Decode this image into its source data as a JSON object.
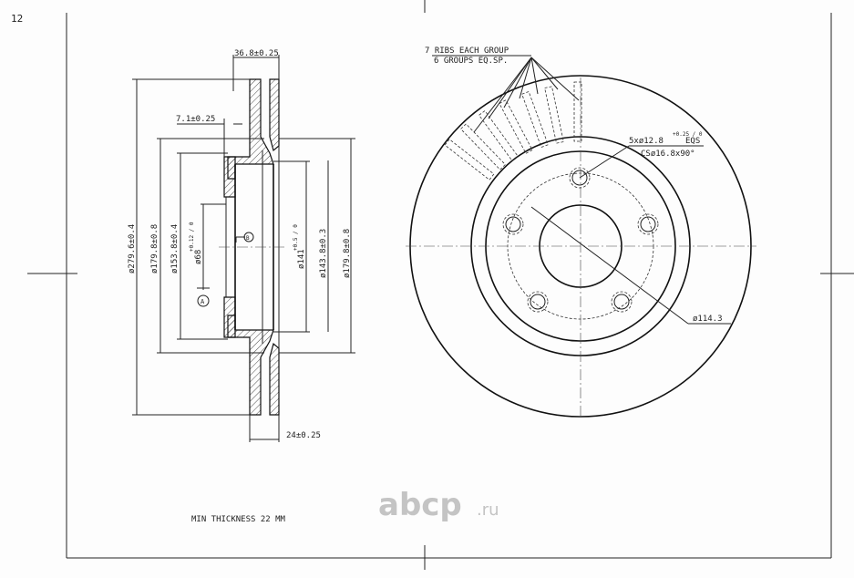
{
  "sheet_number": "12",
  "side_view": {
    "dims": {
      "overall_width": "36.8±0.25",
      "hat_thickness": "7.1±0.25",
      "outer_diameter": "ø279.6±0.4",
      "friction_inner_left": "ø179.8±0.8",
      "hat_outer": "ø153.8±0.4",
      "center_bore": "ø68",
      "center_bore_tol": "+0.12 / 0",
      "hat_inner": "ø141",
      "hat_inner_tol": "+0.5 / 0",
      "hat_step": "ø143.8±0.3",
      "friction_inner_right": "ø179.8±0.8",
      "disc_thickness": "24±0.25"
    },
    "datum_a": "A",
    "datum_b": "B"
  },
  "front_view": {
    "rib_note_line1": "7 RIBS EACH GROUP",
    "rib_note_line2": "6 GROUPS EQ.SP.",
    "bolt_holes": "5xø12.8",
    "bolt_holes_tol": "+0.25 / 0",
    "bolt_holes_suffix": "EQS",
    "countersink": "CSø16.8x90°",
    "pcd": "ø114.3"
  },
  "note": "MIN THICKNESS 22 MM",
  "watermark": "abcp.ru"
}
